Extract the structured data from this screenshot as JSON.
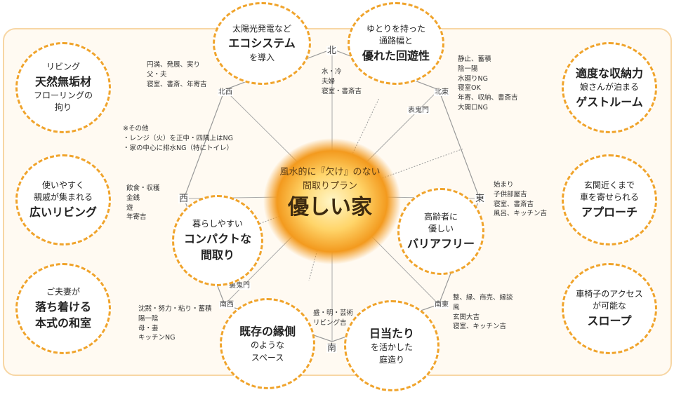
{
  "center": {
    "line1": "風水的に『欠け』のない",
    "line2": "間取りプラン",
    "title": "優しい家"
  },
  "directions": {
    "n": "北",
    "e": "東",
    "s": "南",
    "w": "西",
    "nw": "北西",
    "ne": "北東",
    "se": "南東",
    "sw": "南西",
    "kimon_front": "表鬼門",
    "kimon_back": "裏鬼門"
  },
  "notes": {
    "nw": [
      "円満、発展、実り",
      "父・夫",
      "寝室、書斎、年寄吉"
    ],
    "n": [
      "水・冷",
      "夫婦",
      "寝室・書斎吉"
    ],
    "ne": [
      "静止、蓄積",
      "陰一陽",
      "水廻りNG",
      "寝室OK",
      "年寄、収納、書斎吉",
      "大開口NG"
    ],
    "other": [
      "※その他",
      "・レンジ（火）を正中・四隅上はNG",
      "・家の中心に排水NG（特にトイレ）"
    ],
    "w": [
      "飲食・収穫",
      "金銭",
      "遊",
      "年寄吉"
    ],
    "e": [
      "始まり",
      "子供部屋吉",
      "寝室、書斎吉",
      "風呂、キッチン吉"
    ],
    "sw": [
      "沈黙・努力・粘り・蓄積",
      "陽一陰",
      "母・妻",
      "キッチンNG"
    ],
    "s": [
      "盛・明・芸術",
      "リビング吉"
    ],
    "se": [
      "整、縁、商売、縁談",
      "風",
      "玄関大吉",
      "寝室、キッチン吉"
    ]
  },
  "bubbles": {
    "top_left_inner": [
      {
        "t": "太陽光発電など",
        "b": false
      },
      {
        "t": "エコシステム",
        "b": true
      },
      {
        "t": "を導入",
        "b": false
      }
    ],
    "top_right_inner": [
      {
        "t": "ゆとりを持った",
        "b": false
      },
      {
        "t": "通路幅と",
        "b": false
      },
      {
        "t": "優れた回遊性",
        "b": true
      }
    ],
    "left1": [
      {
        "t": "リビング",
        "b": false
      },
      {
        "t": "天然無垢材",
        "b": true
      },
      {
        "t": "フローリングの",
        "b": false
      },
      {
        "t": "拘り",
        "b": false
      }
    ],
    "left2": [
      {
        "t": "使いやすく",
        "b": false
      },
      {
        "t": "親戚が集まれる",
        "b": false
      },
      {
        "t": "広いリビング",
        "b": true
      }
    ],
    "left3": [
      {
        "t": "ご夫妻が",
        "b": false
      },
      {
        "t": "落ち着ける",
        "b": true
      },
      {
        "t": "本式の和室",
        "b": true
      }
    ],
    "right1": [
      {
        "t": "適度な収納力",
        "b": true
      },
      {
        "t": "娘さんが泊まる",
        "b": false
      },
      {
        "t": "ゲストルーム",
        "b": true
      }
    ],
    "right2": [
      {
        "t": "玄関近くまで",
        "b": false
      },
      {
        "t": "車を寄せられる",
        "b": false
      },
      {
        "t": "アプローチ",
        "b": true
      }
    ],
    "right3": [
      {
        "t": "車椅子のアクセス",
        "b": false
      },
      {
        "t": "が可能な",
        "b": false
      },
      {
        "t": "スロープ",
        "b": true
      }
    ],
    "inner_left": [
      {
        "t": "暮らしやすい",
        "b": false
      },
      {
        "t": "コンパクトな",
        "b": true
      },
      {
        "t": "間取り",
        "b": true
      }
    ],
    "inner_right": [
      {
        "t": "高齢者に",
        "b": false
      },
      {
        "t": "優しい",
        "b": false
      },
      {
        "t": "バリアフリー",
        "b": true
      }
    ],
    "bottom_left": [
      {
        "t": "既存の縁側",
        "b": true
      },
      {
        "t": "のような",
        "b": false
      },
      {
        "t": "スペース",
        "b": false
      }
    ],
    "bottom_right": [
      {
        "t": "日当たり",
        "b": true
      },
      {
        "t": "を活かした",
        "b": false
      },
      {
        "t": "庭造り",
        "b": false
      }
    ]
  },
  "colors": {
    "accent": "#f0a42c",
    "panel_border": "#f7d6a4",
    "panel_bg": "#fffaf2",
    "glow_core": "#ffe9a8",
    "glow_edge": "#f39a1e"
  }
}
